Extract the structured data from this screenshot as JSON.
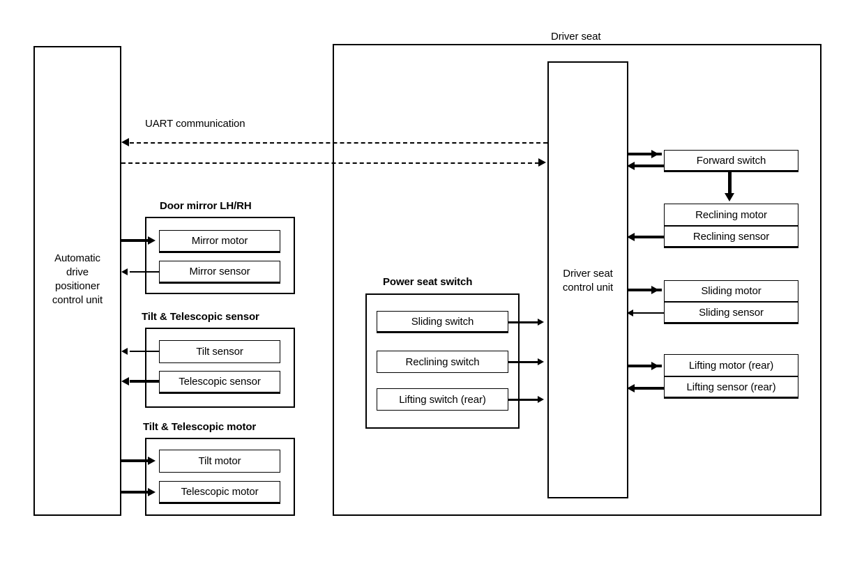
{
  "diagram": {
    "title_driver_seat": "Driver seat",
    "uart_label": "UART communication"
  },
  "left_unit": {
    "label": "Automatic\ndrive\npositioner\ncontrol unit"
  },
  "groups": [
    {
      "label": "Door mirror LH/RH",
      "items": [
        "Mirror motor",
        "Mirror sensor"
      ]
    },
    {
      "label": "Tilt & Telescopic sensor",
      "items": [
        "Tilt sensor",
        "Telescopic sensor"
      ]
    },
    {
      "label": "Tilt & Telescopic motor",
      "items": [
        "Tilt motor",
        "Telescopic motor"
      ]
    }
  ],
  "power_seat_switch": {
    "label": "Power seat switch",
    "items": [
      "Sliding switch",
      "Reclining switch",
      "Lifting switch (rear)"
    ]
  },
  "driver_seat_control_unit": {
    "label": "Driver seat\ncontrol unit"
  },
  "right_devices": {
    "forward_switch": "Forward switch",
    "reclining_motor": "Reclining motor",
    "reclining_sensor": "Reclining sensor",
    "sliding_motor": "Sliding motor",
    "sliding_sensor": "Sliding sensor",
    "lifting_motor_rear": "Lifting motor (rear)",
    "lifting_sensor_rear": "Lifting sensor (rear)"
  },
  "colors": {
    "line": "#000000",
    "background": "#ffffff"
  }
}
